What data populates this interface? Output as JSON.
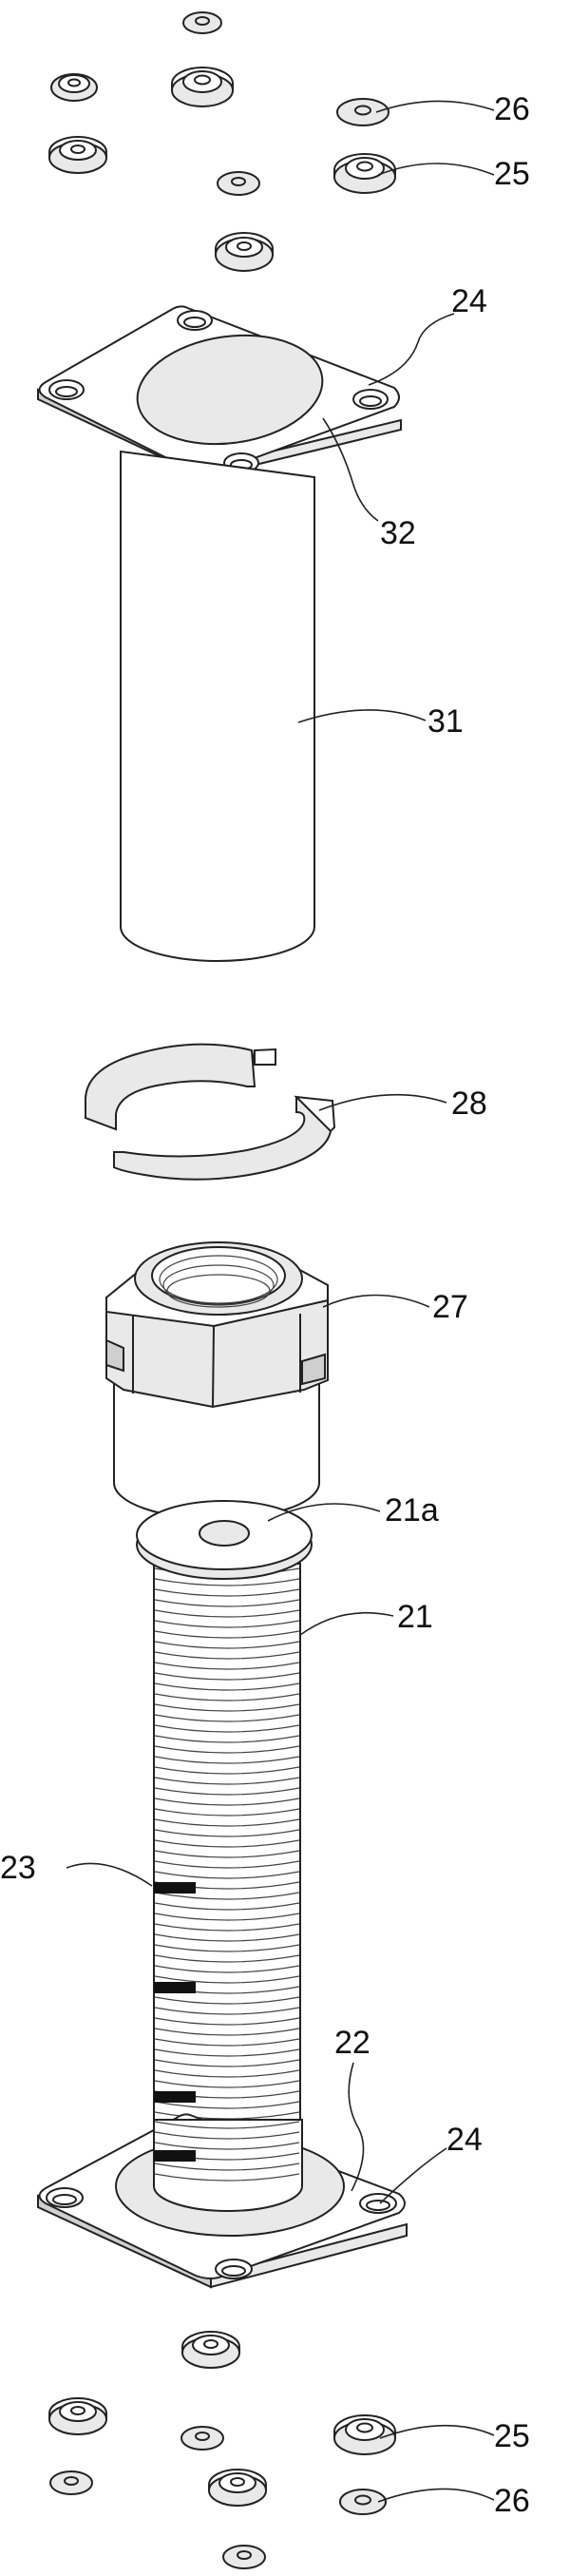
{
  "figure": {
    "labels": {
      "washer_top": "26",
      "nut_top": "25",
      "plate_top": "24",
      "plate_hole": "32",
      "tube": "31",
      "split_ring": "28",
      "adjust_nut": "27",
      "screw_head": "21a",
      "screw": "21",
      "marks": "23",
      "base_plate": "22",
      "plate_bottom": "24",
      "nut_bottom": "25",
      "washer_bottom": "26"
    }
  }
}
